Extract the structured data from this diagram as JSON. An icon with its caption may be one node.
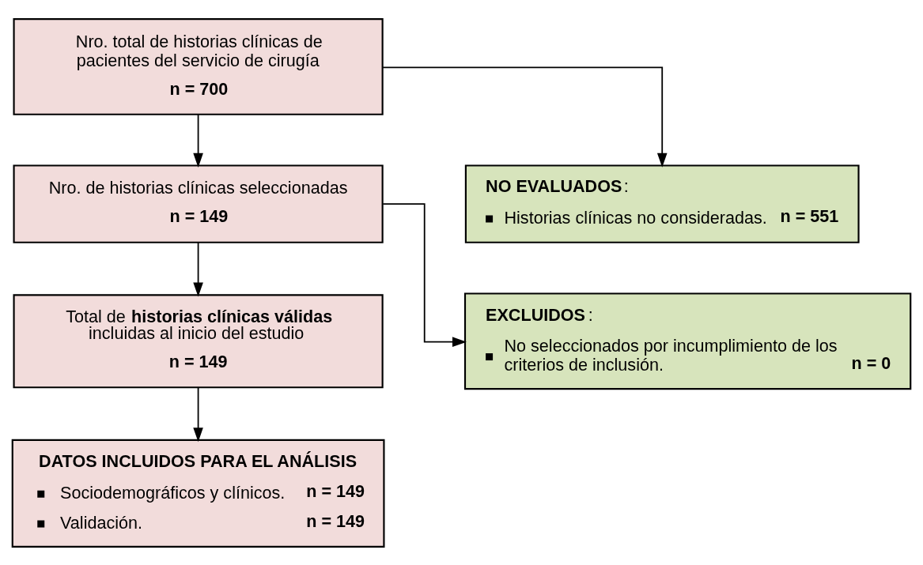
{
  "diagram": {
    "nodes": [
      {
        "text": [
          "Nro. total de historias clínicas de pacientes del servicio de cirugía",
          "n = 700"
        ]
      },
      {
        "text": [
          "**NO EVALUADOS**:",
          "Historias clínicas no consideradas.",
          "n = 551"
        ]
      },
      {
        "text": [
          "Nro. de historias clínicas seleccionadas",
          "n = 149"
        ]
      },
      {
        "text": [
          "**EXCLUIDOS**:",
          "No seleccionados por incumplimiento de los criterios de inclusión.",
          "n = 0"
        ]
      },
      {
        "text": [
          "Total de **historias clínicas válidas** incluidas al inicio del estudio",
          "n = 149"
        ]
      },
      {
        "text": [
          "DATOS INCLUIDOS PARA EL ANÁLISIS",
          "Sociodemográficos y clínicos.",
          "n = 149",
          "Validación.",
          "n = 149"
        ]
      }
    ],
    "edges": [
      {
        "from": 0,
        "to": 2,
        "arrow": "to"
      },
      {
        "from": 0,
        "to": 1,
        "arrow": "to"
      },
      {
        "from": 2,
        "to": 4,
        "arrow": "to"
      },
      {
        "from": 2,
        "to": 3,
        "arrow": "to"
      },
      {
        "from": 4,
        "to": 5,
        "arrow": "to"
      }
    ]
  }
}
